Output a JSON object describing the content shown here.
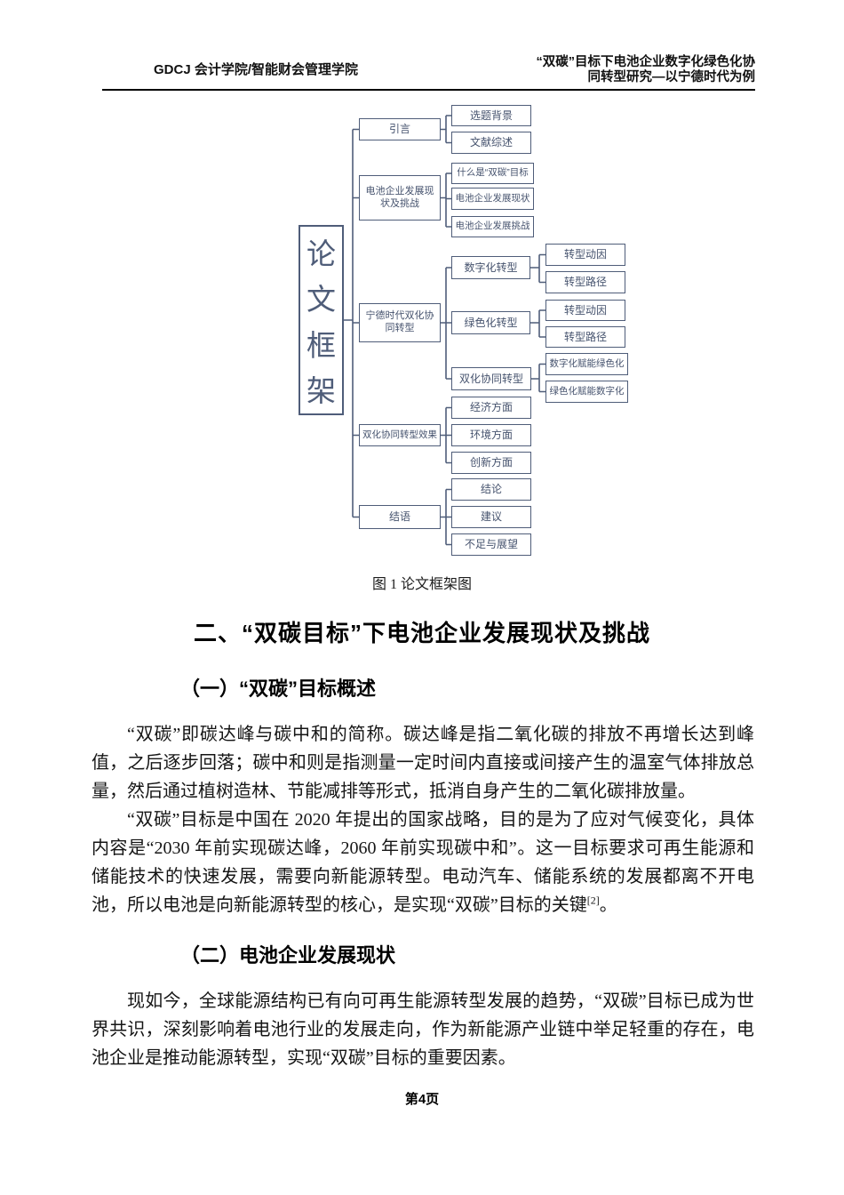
{
  "header": {
    "left": "GDCJ 会计学院/智能财会管理学院",
    "title_line1": "“双碳”目标下电池企业数字化绿色化协",
    "title_line2": "同转型研究—以宁德时代为例"
  },
  "diagram": {
    "root_label": "论文框架",
    "root_chars": [
      "论",
      "文",
      "框",
      "架"
    ],
    "accent_color": "#4f5d79",
    "tree": [
      {
        "label": "引言",
        "children": [
          {
            "label": "选题背景"
          },
          {
            "label": "文献综述"
          }
        ]
      },
      {
        "label": "电池企业发展现状及挑战",
        "children": [
          {
            "label": "什么是“双碳”目标"
          },
          {
            "label": "电池企业发展现状"
          },
          {
            "label": "电池企业发展挑战"
          }
        ]
      },
      {
        "label": "宁德时代双化协同转型",
        "children": [
          {
            "label": "数字化转型",
            "children": [
              {
                "label": "转型动因"
              },
              {
                "label": "转型路径"
              }
            ]
          },
          {
            "label": "绿色化转型",
            "children": [
              {
                "label": "转型动因"
              },
              {
                "label": "转型路径"
              }
            ]
          },
          {
            "label": "双化协同转型",
            "children": [
              {
                "label": "数字化赋能绿色化"
              },
              {
                "label": "绿色化赋能数字化"
              }
            ]
          }
        ]
      },
      {
        "label": "双化协同转型效果",
        "children": [
          {
            "label": "经济方面"
          },
          {
            "label": "环境方面"
          },
          {
            "label": "创新方面"
          }
        ]
      },
      {
        "label": "结语",
        "children": [
          {
            "label": "结论"
          },
          {
            "label": "建议"
          },
          {
            "label": "不足与展望"
          }
        ]
      }
    ],
    "caption": "图 1 论文框架图"
  },
  "sections": {
    "h1": "二、“双碳目标”下电池企业发展现状及挑战",
    "h2_1": "（一）“双碳”目标概述",
    "h2_2": "（二）电池企业发展现状"
  },
  "paragraphs": {
    "p1": "“双碳”即碳达峰与碳中和的简称。碳达峰是指二氧化碳的排放不再增长达到峰值，之后逐步回落；碳中和则是指测量一定时间内直接或间接产生的温室气体排放总量，然后通过植树造林、节能减排等形式，抵消自身产生的二氧化碳排放量。",
    "p2_main": "“双碳”目标是中国在 2020 年提出的国家战略，目的是为了应对气候变化，具体内容是“2030 年前实现碳达峰，2060 年前实现碳中和”。这一目标要求可再生能源和储能技术的快速发展，需要向新能源转型。电动汽车、储能系统的发展都离不开电池，所以电池是向新能源转型的核心，是实现“双碳”目标的关键",
    "p2_ref": "[2]",
    "p2_tail": "。",
    "p3": "现如今，全球能源结构已有向可再生能源转型发展的趋势，“双碳”目标已成为世界共识，深刻影响着电池行业的发展走向，作为新能源产业链中举足轻重的存在，电池企业是推动能源转型，实现“双碳”目标的重要因素。"
  },
  "footer": {
    "page_number": "第4页"
  }
}
